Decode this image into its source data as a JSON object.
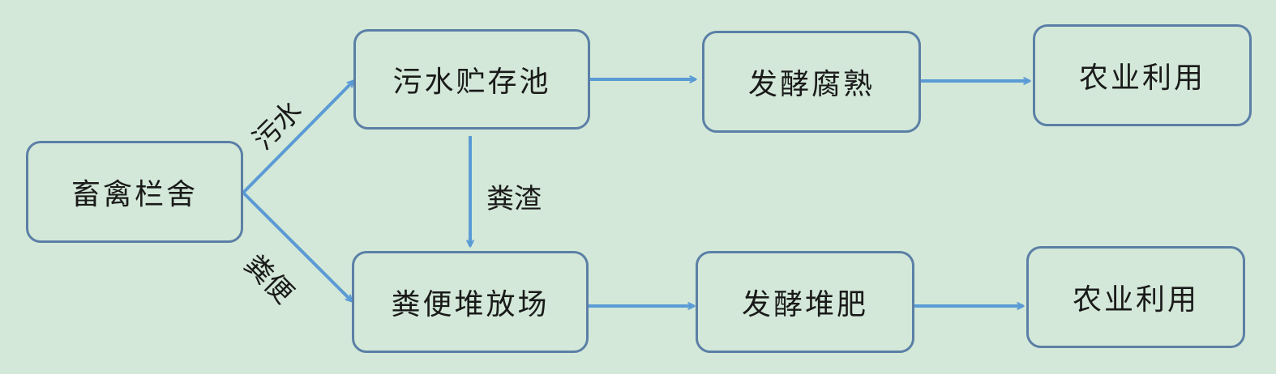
{
  "diagram": {
    "nodes": [
      {
        "id": "livestock-pen",
        "label": "畜禽栏舍"
      },
      {
        "id": "sewage-pool",
        "label": "污水贮存池"
      },
      {
        "id": "manure-yard",
        "label": "粪便堆放场"
      },
      {
        "id": "ferment-mature",
        "label": "发酵腐熟"
      },
      {
        "id": "ferment-compost",
        "label": "发酵堆肥"
      },
      {
        "id": "agri-use-1",
        "label": "农业利用"
      },
      {
        "id": "agri-use-2",
        "label": "农业利用"
      }
    ],
    "edges": [
      {
        "from": "livestock-pen",
        "to": "sewage-pool",
        "label": "污水"
      },
      {
        "from": "livestock-pen",
        "to": "manure-yard",
        "label": "粪便"
      },
      {
        "from": "sewage-pool",
        "to": "manure-yard",
        "label": "粪渣"
      },
      {
        "from": "sewage-pool",
        "to": "ferment-mature",
        "label": ""
      },
      {
        "from": "ferment-mature",
        "to": "agri-use-1",
        "label": ""
      },
      {
        "from": "manure-yard",
        "to": "ferment-compost",
        "label": ""
      },
      {
        "from": "ferment-compost",
        "to": "agri-use-2",
        "label": ""
      }
    ]
  },
  "colors": {
    "background": "#d3e8d8",
    "node_border": "#5b7fa6",
    "arrow": "#5b9bd5",
    "text": "#1a1a1a"
  }
}
